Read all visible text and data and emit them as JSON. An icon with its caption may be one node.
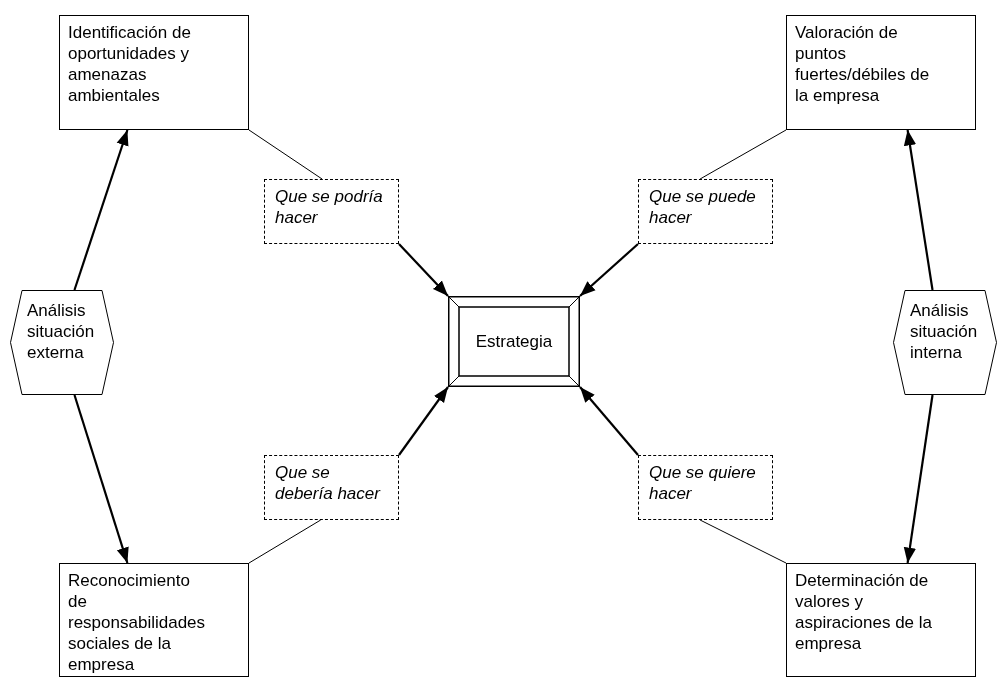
{
  "diagram": {
    "nodes": [
      {
        "text": [
          "Identificación de oportunidades y amenazas ambientales"
        ]
      },
      {
        "text": [
          "Valoración de puntos fuertes/débiles de la empresa"
        ]
      },
      {
        "text": [
          "Análisis situación externa"
        ]
      },
      {
        "text": [
          "Análisis situación interna"
        ]
      },
      {
        "text": [
          "Que se podría hacer"
        ]
      },
      {
        "text": [
          "Que se puede hacer"
        ]
      },
      {
        "text": [
          "Estrategia"
        ]
      },
      {
        "text": [
          "Que se debería hacer"
        ]
      },
      {
        "text": [
          "Que se quiere hacer"
        ]
      },
      {
        "text": [
          "Reconocimiento de responsabilidades sociales de la empresa"
        ]
      },
      {
        "text": [
          "Determinación de valores y aspiraciones de la empresa"
        ]
      }
    ],
    "edges": [
      {
        "from": 2,
        "to": 0,
        "arrow": "to"
      },
      {
        "from": 2,
        "to": 9,
        "arrow": "to"
      },
      {
        "from": 3,
        "to": 1,
        "arrow": "to"
      },
      {
        "from": 3,
        "to": 10,
        "arrow": "to"
      },
      {
        "from": 4,
        "to": 6,
        "arrow": "to"
      },
      {
        "from": 5,
        "to": 6,
        "arrow": "to"
      },
      {
        "from": 7,
        "to": 6,
        "arrow": "to"
      },
      {
        "from": 8,
        "to": 6,
        "arrow": "to"
      },
      {
        "from": 0,
        "to": 4,
        "arrow": "none"
      },
      {
        "from": 1,
        "to": 5,
        "arrow": "none"
      },
      {
        "from": 9,
        "to": 7,
        "arrow": "none"
      },
      {
        "from": 10,
        "to": 8,
        "arrow": "none"
      }
    ]
  }
}
